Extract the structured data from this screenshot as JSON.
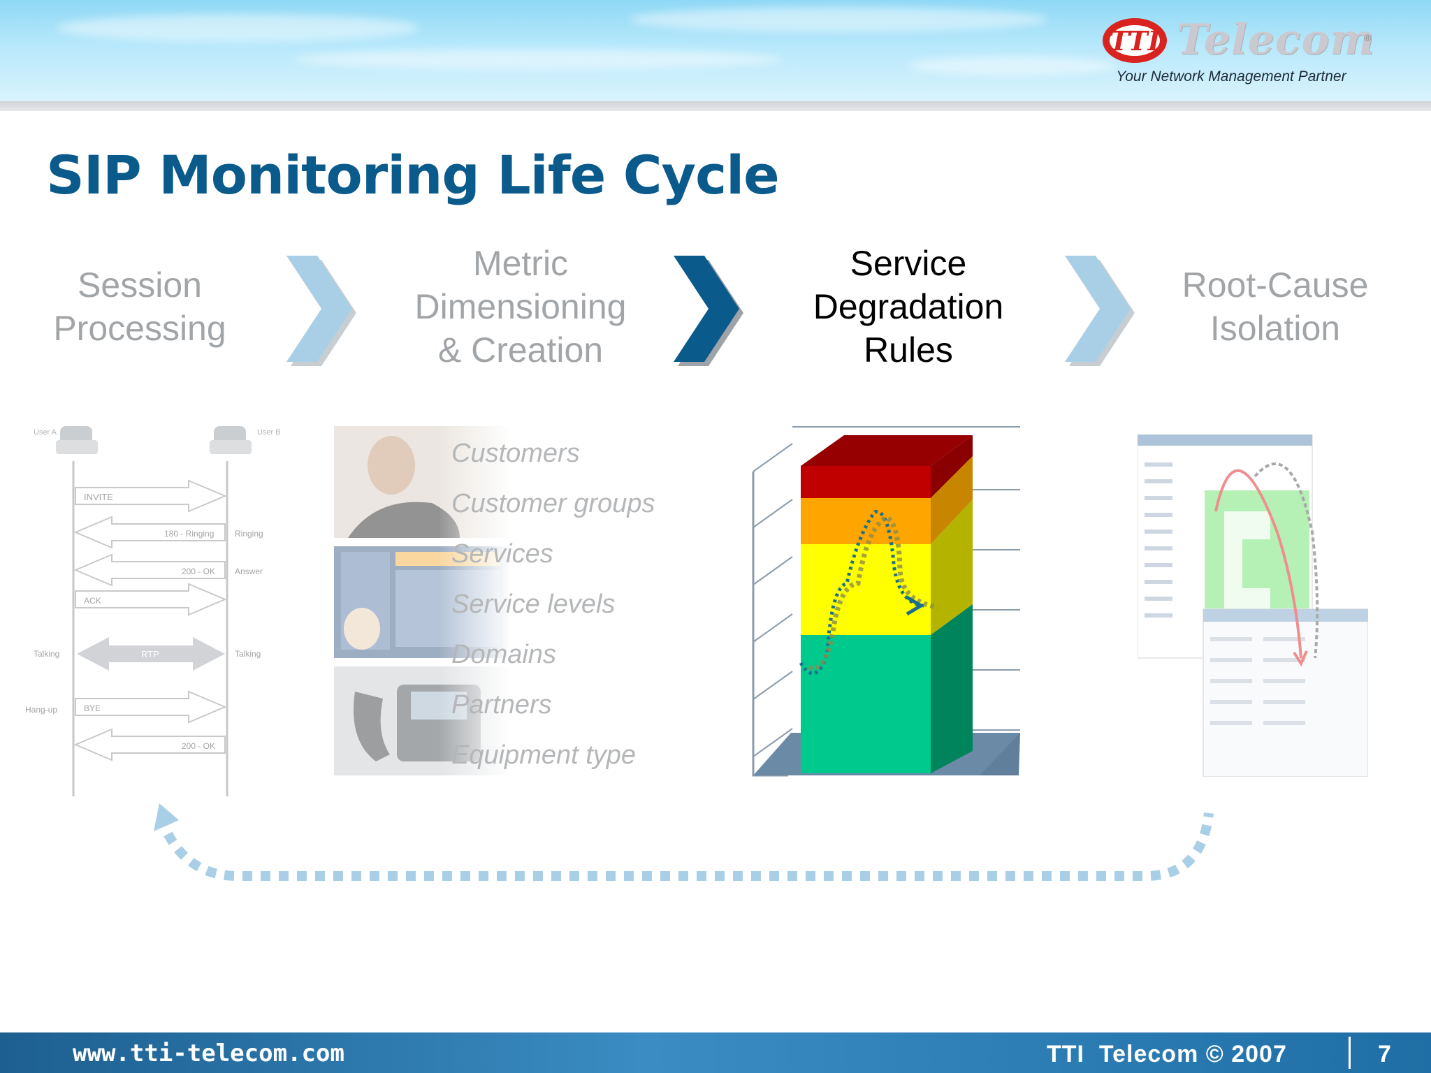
{
  "slide": {
    "title": "SIP Monitoring Life Cycle",
    "logo": {
      "mark_text": "TTI",
      "name": "Telecom",
      "registered": "®",
      "tagline": "Your Network Management Partner"
    },
    "steps": [
      {
        "label": "Session\nProcessing",
        "active": false
      },
      {
        "label": "Metric\nDimensioning\n& Creation",
        "active": false
      },
      {
        "label": "Service\nDegradation\nRules",
        "active": true
      },
      {
        "label": "Root-Cause\nIsolation",
        "active": false
      }
    ],
    "metric_items": [
      "Customers",
      "Customer groups",
      "Services",
      "Service levels",
      "Domains",
      "Partners",
      "Equipment type"
    ],
    "sip_diagram": {
      "user_a": "User A",
      "user_b": "User B",
      "messages": [
        "INVITE",
        "180 - Ringing",
        "200 - OK",
        "ACK",
        "RTP",
        "BYE",
        "200 - OK"
      ],
      "left_notes": [
        "Talking",
        "Hang-up"
      ],
      "right_notes": [
        "Ringing",
        "Answer",
        "Talking"
      ]
    },
    "footer": {
      "url": "www.tti-telecom.com",
      "copyright": "TTI  Telecom © 2007",
      "page_number": "7"
    },
    "colors": {
      "title": "#0a5a8c",
      "active_chevron": "#0a5a8c",
      "inactive_chevron": "#a9cfe6",
      "band_red": "#c00000",
      "band_orange": "#ffa500",
      "band_yellow": "#ffff00",
      "band_green": "#00c98d",
      "footer": "#2a78ae"
    }
  }
}
